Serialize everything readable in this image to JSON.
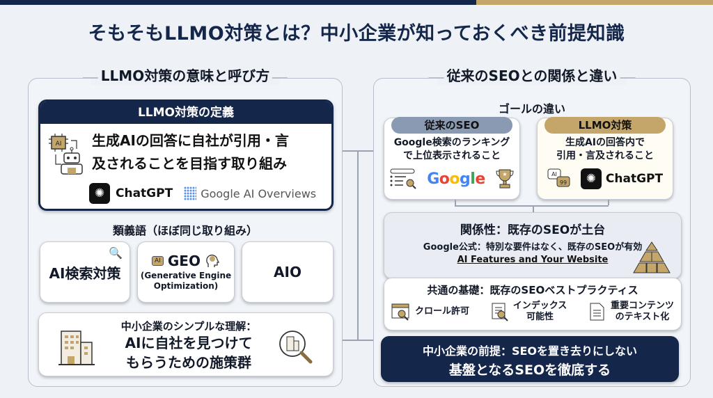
{
  "header": {
    "title": "そもそもLLMO対策とは？中小企業が知っておくべき前提知識",
    "accent_navy": "#14264a",
    "accent_gold": "#c4a66a"
  },
  "left_panel": {
    "title": "LLMO対策の意味と呼び方",
    "definition": {
      "heading": "LLMO対策の定義",
      "text_line1": "生成AIの回答に自社が引用・言",
      "text_line2": "及されることを目指す取り組み",
      "icon": "ai-robot-icon",
      "logos": [
        {
          "icon": "chatgpt-icon",
          "label": "ChatGPT"
        },
        {
          "icon": "google-ai-overviews-icon",
          "label": "Google AI Overviews"
        }
      ]
    },
    "synonyms": {
      "label": "類義語（ほぼ同じ取り組み）",
      "items": [
        {
          "title": "AI検索対策",
          "icon": "magnifier-icon"
        },
        {
          "title": "GEO",
          "subtitle_line1": "(Generative Engine",
          "subtitle_line2": "Optimization)",
          "chip": "AI",
          "icon": "brain-head-icon"
        },
        {
          "title": "AIO"
        }
      ]
    },
    "simple": {
      "label": "中小企業のシンプルな理解：",
      "line1": "AIに自社を見つけて",
      "line2": "もらうための施策群",
      "icons": [
        "building-icon",
        "magnifier-building-icon"
      ]
    }
  },
  "right_panel": {
    "title": "従来のSEOとの関係と違い",
    "goal_label": "ゴールの違い",
    "goals": [
      {
        "pill": "従来のSEO",
        "line1": "Google検索のランキング",
        "line2": "で上位表示されること",
        "logo": "Google",
        "icons": [
          "search-results-icon",
          "trophy-icon"
        ]
      },
      {
        "pill": "LLMO対策",
        "line1": "生成AIの回答内で",
        "line2": "引用・言及されること",
        "logo": "ChatGPT",
        "chip_ai": "AI",
        "chip_quote": "99",
        "icons": [
          "ai-quote-icon",
          "chatgpt-icon"
        ]
      }
    ],
    "relation": {
      "title": "関係性：既存のSEOが土台",
      "sub": "Google公式：特別な要件はなく、既存のSEOが有効",
      "link": "AI Features and Your Website"
    },
    "common": {
      "title": "共通の基礎：既存のSEOベストプラクティス",
      "items": [
        {
          "line1": "クロール許可",
          "line2": ""
        },
        {
          "line1": "インデックス",
          "line2": "可能性"
        },
        {
          "line1": "重要コンテンツ",
          "line2": "のテキスト化"
        }
      ]
    },
    "premise": {
      "line1": "中小企業の前提：SEOを置き去りにしない",
      "line2": "基盤となるSEOを徹底する"
    }
  }
}
